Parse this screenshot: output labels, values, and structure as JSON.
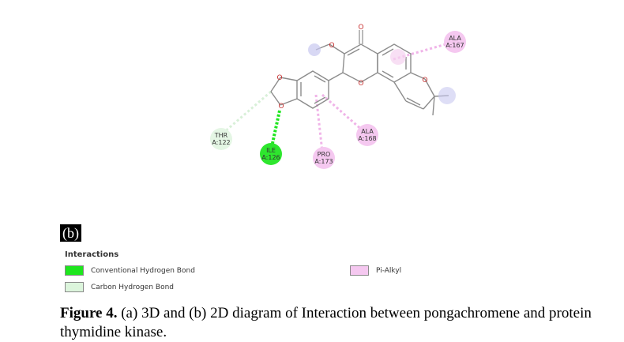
{
  "panel_label": "(b)",
  "legend": {
    "title": "Interactions",
    "items": [
      {
        "label": "Conventional Hydrogen Bond",
        "color": "#1ee61e"
      },
      {
        "label": "Carbon Hydrogen Bond",
        "color": "#dcf5dc"
      },
      {
        "label": "Pi-Alkyl",
        "color": "#f5c8f0"
      }
    ]
  },
  "residues": [
    {
      "name": "ALA",
      "id": "A:167",
      "type": "pi-alkyl"
    },
    {
      "name": "ALA",
      "id": "A:168",
      "type": "pi-alkyl"
    },
    {
      "name": "PRO",
      "id": "A:173",
      "type": "pi-alkyl"
    },
    {
      "name": "ILE",
      "id": "A:126",
      "type": "conventional-h-bond"
    },
    {
      "name": "THR",
      "id": "A:122",
      "type": "carbon-h-bond"
    }
  ],
  "atoms": {
    "oxygen": "O"
  },
  "caption": {
    "bold": "Figure 4.",
    "text": " (a) 3D and (b) 2D diagram of Interaction between pongachromene and protein thymidine kinase."
  }
}
